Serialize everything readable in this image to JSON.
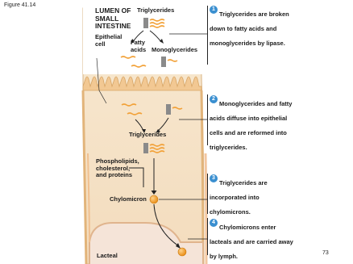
{
  "figure_label": "Figure 41.14",
  "page_number": "73",
  "region_labels": {
    "lumen": "LUMEN OF SMALL INTESTINE",
    "epithelial_cell": "Epithelial cell",
    "lacteal": "Lacteal"
  },
  "molecule_labels": {
    "triglycerides_top": "Triglycerides",
    "fatty_acids": "Fatty acids",
    "monoglycerides": "Monoglycerides",
    "triglycerides_cell": "Triglycerides",
    "phospholipids": "Phospholipids, cholesterol, and proteins",
    "chylomicron": "Chylomicron"
  },
  "steps": [
    {
      "number": "1",
      "text": "Triglycerides are broken down to fatty acids and monoglycerides by lipase."
    },
    {
      "number": "2",
      "text": "Monoglycerides and fatty acids diffuse into epithelial cells and are reformed into triglycerides."
    },
    {
      "number": "3",
      "text": "Triglycerides are incorporated into chylomicrons."
    },
    {
      "number": "4",
      "text": "Chylomicrons enter lacteals and are carried away by lymph."
    }
  ],
  "colors": {
    "cell_fill": "#f6e3c6",
    "cell_edge": "#d9b484",
    "membrane": "#f0c48f",
    "lacteal_fill": "#f3dfd4",
    "lipid_wave": "#f2a23a",
    "glycerol_block": "#8a8a8a",
    "chylomicron": "#f0a030",
    "step_badge": "#3a8fd0"
  },
  "icons": [
    "triglyceride-glyph",
    "fatty-acid-glyph",
    "monoglyceride-glyph",
    "chylomicron-sphere"
  ]
}
